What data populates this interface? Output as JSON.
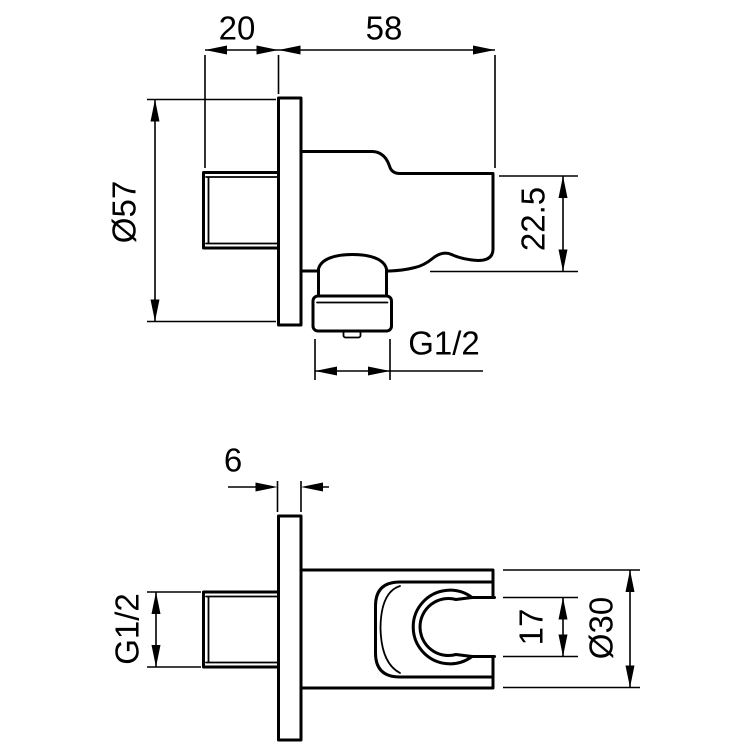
{
  "drawing": {
    "type": "technical-dimension-drawing",
    "subject": "shower wall elbow outlet with handset holder, two orthographic views",
    "colors": {
      "line": "#000000",
      "background": "#ffffff",
      "text": "#000000"
    }
  },
  "side_view": {
    "dims": {
      "projection": "20",
      "body_length": "58",
      "flange_diameter": "Ø57",
      "outlet_height": "22.5",
      "outlet_thread": "G1/2"
    }
  },
  "top_view": {
    "dims": {
      "plate_thickness": "6",
      "inlet_thread": "G1/2",
      "cradle_opening": "17",
      "holder_diameter": "Ø30"
    }
  }
}
